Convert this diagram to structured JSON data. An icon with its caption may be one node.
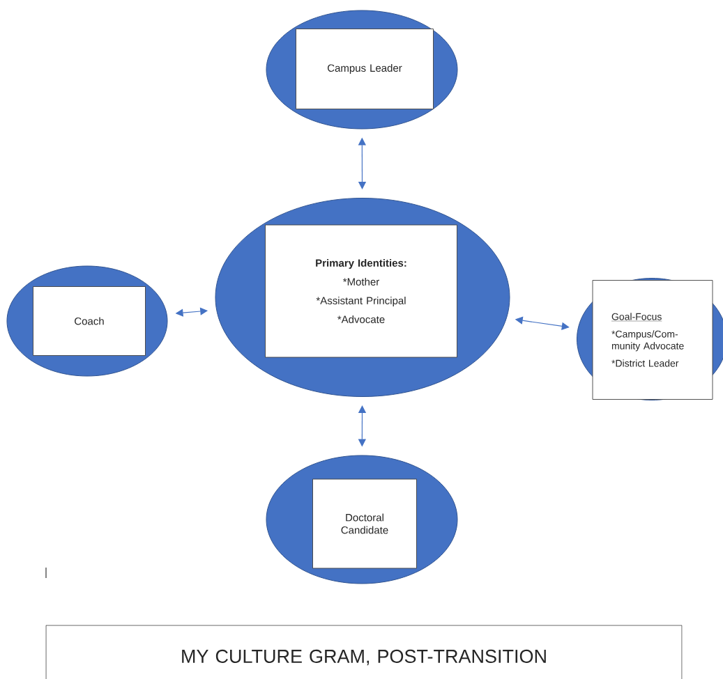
{
  "diagram": {
    "nodes": [
      {
        "text": [],
        "shape": "ellipse"
      },
      {
        "text": [
          "Campus Leader"
        ],
        "in": 0
      },
      {
        "text": [],
        "shape": "ellipse"
      },
      {
        "text": [
          "Primary Identities:",
          "*Mother",
          "*Assistant Principal",
          "*Advocate"
        ],
        "in": 2
      },
      {
        "text": [],
        "shape": "ellipse"
      },
      {
        "text": [
          "Coach"
        ],
        "in": 4
      },
      {
        "text": [],
        "shape": "ellipse"
      },
      {
        "text": [
          "Goal-Focus",
          "*Campus/Com-munity Advocate",
          "*District Leader"
        ],
        "in": 6
      },
      {
        "text": [],
        "shape": "ellipse"
      },
      {
        "text": [
          "Doctoral Candidate"
        ],
        "in": 8
      },
      {
        "text": [
          "MY CULTURE GRAM, POST-TRANSITION"
        ]
      }
    ],
    "edges": [
      {
        "from": 2,
        "to": 0,
        "arrow": "both"
      },
      {
        "from": 2,
        "to": 4,
        "arrow": "both"
      },
      {
        "from": 2,
        "to": 6,
        "arrow": "both"
      },
      {
        "from": 2,
        "to": 8,
        "arrow": "both"
      }
    ]
  }
}
